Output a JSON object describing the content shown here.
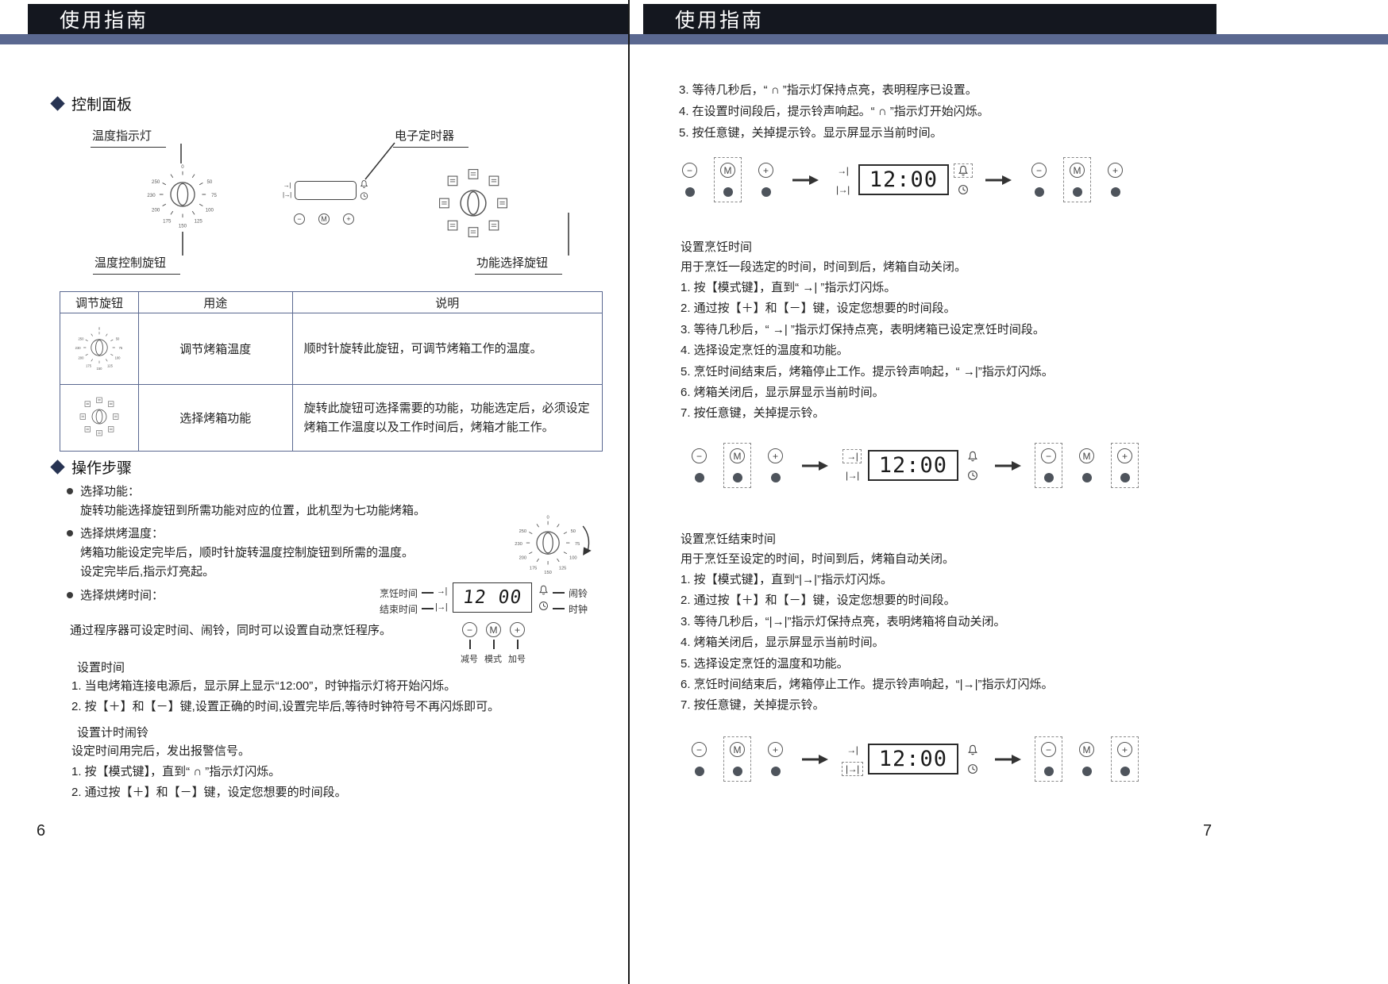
{
  "icons": {
    "minus": "−",
    "mode": "M",
    "plus": "+",
    "cook_time_glyph": "→|",
    "end_time_glyph": "|→|"
  },
  "left": {
    "header": "使用指南",
    "page_number": "6",
    "control_panel": {
      "heading": "控制面板",
      "label_temp_indicator": "温度指示灯",
      "label_timer": "电子定时器",
      "label_temp_knob": "温度控制旋钮",
      "label_function_knob": "功能选择旋钮"
    },
    "table": {
      "col1": "调节旋钮",
      "col2": "用途",
      "col3": "说明",
      "rows": [
        {
          "use": "调节烤箱温度",
          "desc": "顺时针旋转此旋钮，可调节烤箱工作的温度。"
        },
        {
          "use": "选择烤箱功能",
          "desc": "旋转此旋钮可选择需要的功能，功能选定后，必须设定烤箱工作温度以及工作时间后，烤箱才能工作。"
        }
      ]
    },
    "steps_section": {
      "heading": "操作步骤",
      "b1_title": "选择功能：",
      "b1_body": "旋转功能选择旋钮到所需功能对应的位置，此机型为七功能烤箱。",
      "b2_title": "选择烘烤温度：",
      "b2_body1": "烤箱功能设定完毕后，顺时针旋转温度控制旋钮到所需的温度。",
      "b2_body2": "设定完毕后,指示灯亮起。",
      "b3_title": "选择烘烤时间：",
      "programmer_note": "通过程序器可设定时间、闹铃，同时可以设置自动烹饪程序。"
    },
    "programmer": {
      "cook_time": "烹饪时间",
      "end_time": "结束时间",
      "alarm": "闹铃",
      "clock": "时钟",
      "display": "12 00",
      "minus_label": "减号",
      "mode_label": "模式",
      "plus_label": "加号"
    },
    "set_time": {
      "title": "设置时间",
      "steps": [
        "1. 当电烤箱连接电源后，显示屏上显示“12:00”，时钟指示灯将开始闪烁。",
        "2. 按【＋】和【－】键,设置正确的时间,设置完毕后,等待时钟符号不再闪烁即可。"
      ]
    },
    "set_alarm": {
      "title": "设置计时闹铃",
      "intro": "设定时间用完后，发出报警信号。",
      "steps": [
        "1. 按【模式键】，直到“ ∩ ”指示灯闪烁。",
        "2. 通过按【＋】和【－】键，设定您想要的时间段。"
      ]
    }
  },
  "right": {
    "header": "使用指南",
    "page_number": "7",
    "display_time": "12:00",
    "alarm_cont_steps": [
      "3. 等待几秒后，“ ∩ ”指示灯保持点亮，表明程序已设置。",
      "4. 在设置时间段后，提示铃声响起。“ ∩ ”指示灯开始闪烁。",
      "5. 按任意键，关掉提示铃。显示屏显示当前时间。"
    ],
    "cook_time": {
      "title": "设置烹饪时间",
      "intro": "用于烹饪一段选定的时间，时间到后，烤箱自动关闭。",
      "steps": [
        "1. 按【模式键】，直到“ →| ”指示灯闪烁。",
        "2. 通过按【＋】和【－】键，设定您想要的时间段。",
        "3. 等待几秒后，“ →| ”指示灯保持点亮，表明烤箱已设定烹饪时间段。",
        "4. 选择设定烹饪的温度和功能。",
        "5. 烹饪时间结束后，烤箱停止工作。提示铃声响起，“ →|”指示灯闪烁。",
        "6. 烤箱关闭后，显示屏显示当前时间。",
        "7. 按任意键，关掉提示铃。"
      ]
    },
    "end_time": {
      "title": "设置烹饪结束时间",
      "intro": "用于烹饪至设定的时间，时间到后，烤箱自动关闭。",
      "steps": [
        "1. 按【模式键】，直到“|→|”指示灯闪烁。",
        "2. 通过按【＋】和【－】键，设定您想要的时间段。",
        "3. 等待几秒后，“|→|”指示灯保持点亮，表明烤箱将自动关闭。",
        "4. 烤箱关闭后，显示屏显示当前时间。",
        "5. 选择设定烹饪的温度和功能。",
        "6. 烹饪时间结束后，烤箱停止工作。提示铃声响起，“|→|”指示灯闪烁。",
        "7. 按任意键，关掉提示铃。"
      ]
    }
  }
}
